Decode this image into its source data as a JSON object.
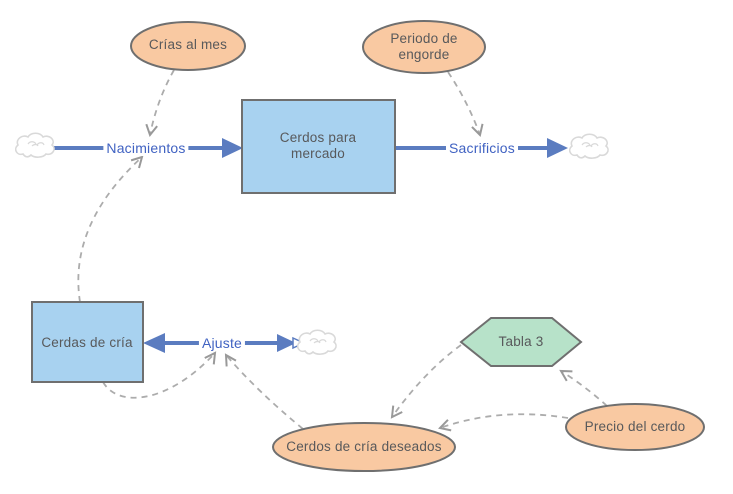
{
  "colors": {
    "background": "#ffffff",
    "stock_fill": "#a8d2f0",
    "auxiliary_fill": "#f9c9a2",
    "table_fill": "#b7e2c9",
    "shape_border": "#6f6f6f",
    "flow_color": "#5b7cc0",
    "flow_label_color": "#4062c2",
    "link_color": "#acacac",
    "link_arrow_color": "#999999",
    "label_color": "#58595b",
    "cloud_color": "#d9d9d9"
  },
  "nodes": {
    "crias_al_mes": {
      "label": "Crías al mes",
      "type": "auxiliary"
    },
    "periodo_engorde": {
      "line1": "Periodo de",
      "line2": "engorde",
      "type": "auxiliary"
    },
    "cerdos_para_mercado": {
      "line1": "Cerdos para",
      "line2": "mercado",
      "type": "stock"
    },
    "cerdas_de_cria": {
      "label": "Cerdas de cría",
      "type": "stock"
    },
    "tabla_3": {
      "label": "Tabla 3",
      "type": "table"
    },
    "cerdos_cria_deseados": {
      "label": "Cerdos de cría deseados",
      "type": "auxiliary"
    },
    "precio_del_cerdo": {
      "label": "Precio del cerdo",
      "type": "auxiliary"
    }
  },
  "flows": [
    {
      "name": "Nacimientos",
      "from": "cloud",
      "to": "Cerdos para mercado"
    },
    {
      "name": "Sacrificios",
      "from": "Cerdos para mercado",
      "to": "cloud"
    },
    {
      "name": "Ajuste",
      "from": "cloud",
      "to": "Cerdas de cría",
      "style": "biflow"
    }
  ],
  "links": [
    {
      "from": "Crías al mes",
      "to": "Nacimientos"
    },
    {
      "from": "Cerdas de cría",
      "to": "Nacimientos"
    },
    {
      "from": "Periodo de engorde",
      "to": "Sacrificios"
    },
    {
      "from": "Cerdas de cría",
      "to": "Ajuste"
    },
    {
      "from": "Cerdos de cría deseados",
      "to": "Ajuste"
    },
    {
      "from": "Tabla 3",
      "to": "Cerdos de cría deseados"
    },
    {
      "from": "Precio del cerdo",
      "to": "Cerdos de cría deseados"
    },
    {
      "from": "Precio del cerdo",
      "to": "Tabla 3"
    }
  ]
}
